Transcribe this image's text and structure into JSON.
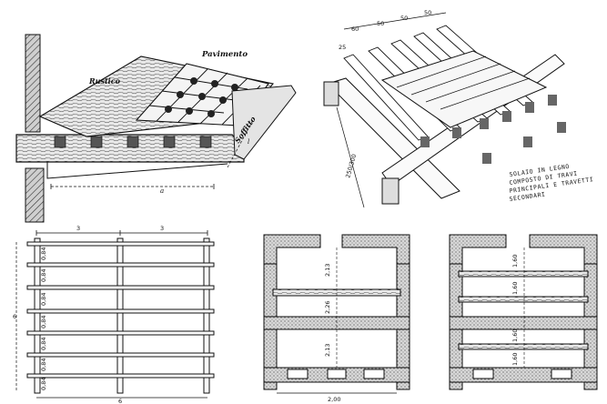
{
  "diagram_1": {
    "label_pavimento": "Pavimento",
    "label_rustico": "Rustico",
    "label_soffitto": "Soffitto",
    "dim_a": "a",
    "dim_l": "l"
  },
  "diagram_2": {
    "spacing": [
      "60",
      "50",
      "50",
      "50"
    ],
    "joist_dim": "25",
    "span": "250/300",
    "caption_lines": [
      "SOLAIO  IN  LEGNO",
      "COMPOSTO  DI  TRAVI",
      "PRINCIPALI  E  TRAVETTI",
      "SECONDARI"
    ]
  },
  "diagram_3": {
    "top_dims": [
      "3",
      "3"
    ],
    "side_dim": "6",
    "bottom_dim": "6",
    "spacings": [
      "0,84",
      "0,84",
      "0,84",
      "0,84",
      "0,84",
      "0,84",
      "0,84"
    ]
  },
  "diagram_4": {
    "dims_top": [
      "2,13",
      "2,26"
    ],
    "dims_bottom": [
      "2,13"
    ],
    "width": "2,00"
  },
  "diagram_5": {
    "dims_top": [
      "1,60",
      "1,60"
    ],
    "dims_bottom": [
      "1,60",
      "1,60"
    ]
  }
}
